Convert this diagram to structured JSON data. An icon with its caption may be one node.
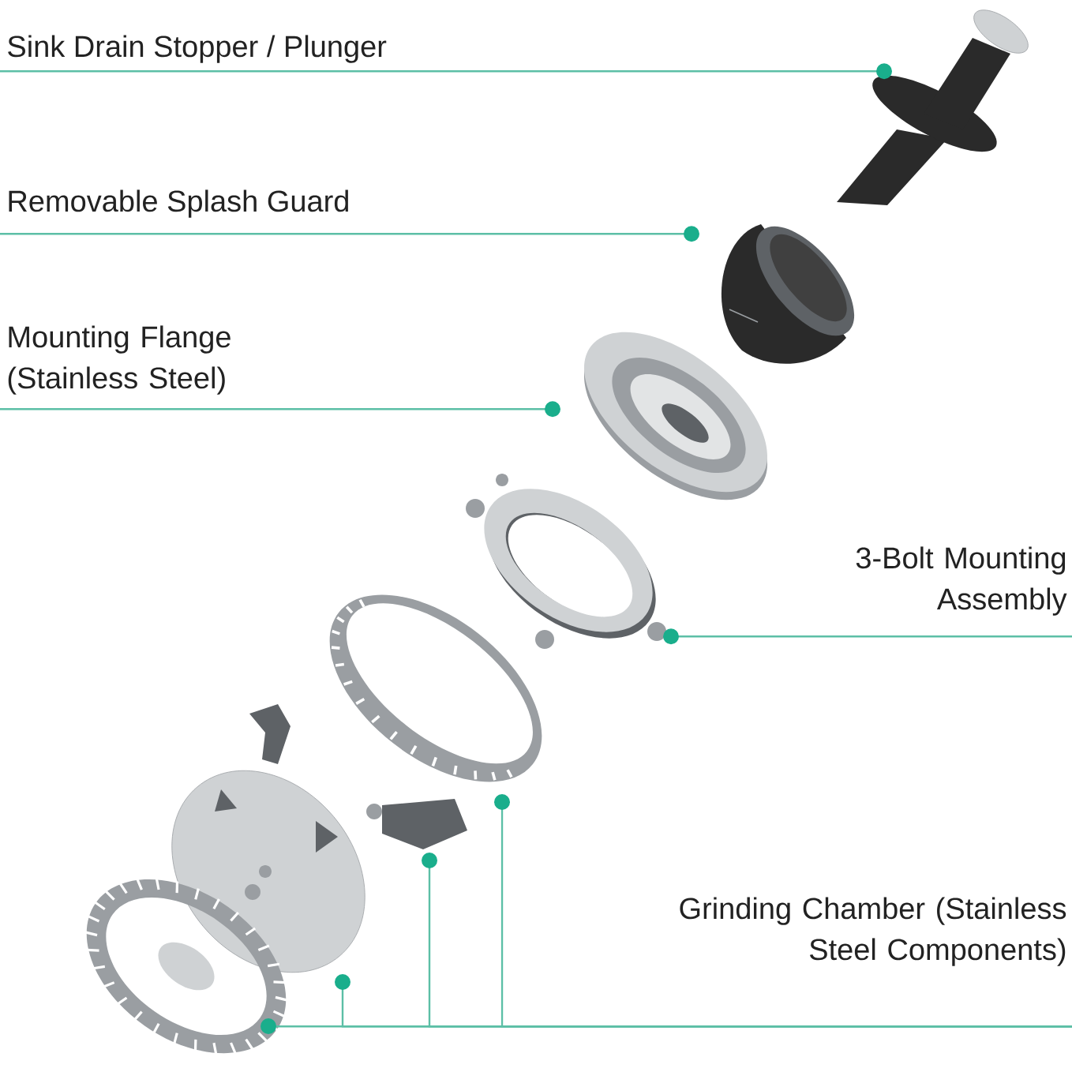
{
  "diagram": {
    "nodes": [
      {
        "text": [
          "Sink Drain Stopper / Plunger"
        ]
      },
      {
        "text": [
          "Removable Splash Guard"
        ]
      },
      {
        "text": [
          "Mounting Flange (Stainless Steel)"
        ]
      },
      {
        "text": [
          "3-Bolt Mounting Assembly"
        ]
      },
      {
        "text": [
          "Grinding Chamber (Stainless Steel Components)"
        ]
      },
      {
        "text": [],
        "shape": "picture"
      },
      {
        "text": [],
        "shape": "picture"
      },
      {
        "text": [],
        "shape": "picture"
      },
      {
        "text": [],
        "shape": "picture"
      },
      {
        "text": [],
        "shape": "picture"
      },
      {
        "text": [],
        "shape": "picture"
      },
      {
        "text": [],
        "shape": "picture"
      },
      {
        "text": [],
        "shape": "picture"
      }
    ],
    "edges": [
      {
        "from": 0,
        "to": 5,
        "arrow": "other"
      },
      {
        "from": 1,
        "to": 6,
        "arrow": "other"
      },
      {
        "from": 2,
        "to": 7,
        "arrow": "other"
      },
      {
        "from": 3,
        "to": 8,
        "arrow": "other"
      },
      {
        "from": 4,
        "to": 9,
        "arrow": "other"
      },
      {
        "from": 4,
        "to": 10,
        "arrow": "other"
      },
      {
        "from": 4,
        "to": 11,
        "arrow": "other"
      },
      {
        "from": 4,
        "to": 12,
        "arrow": "other"
      }
    ]
  }
}
